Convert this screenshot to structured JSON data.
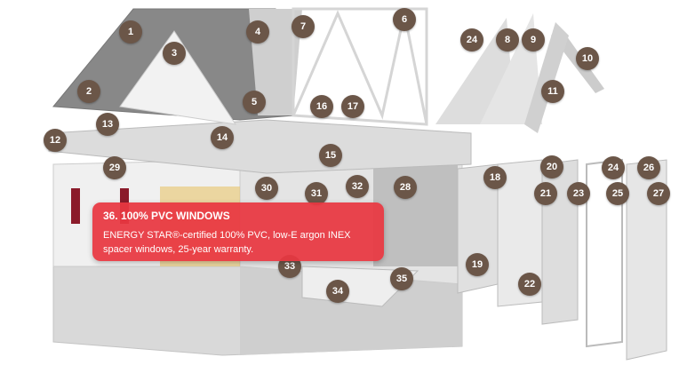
{
  "markers": [
    "1",
    "2",
    "3",
    "4",
    "5",
    "6",
    "7",
    "8",
    "9",
    "10",
    "11",
    "12",
    "13",
    "14",
    "15",
    "16",
    "17",
    "18",
    "19",
    "20",
    "21",
    "22",
    "23",
    "24",
    "24",
    "25",
    "26",
    "27",
    "28",
    "29",
    "30",
    "31",
    "32",
    "33",
    "34",
    "35"
  ],
  "tooltip": {
    "title": "36. 100% PVC WINDOWS",
    "body": "ENERGY STAR®-certified 100% PVC, low-E argon INEX spacer windows, 25-year warranty."
  },
  "colors": {
    "marker": "#6b5648",
    "tooltip": "#e83741"
  }
}
